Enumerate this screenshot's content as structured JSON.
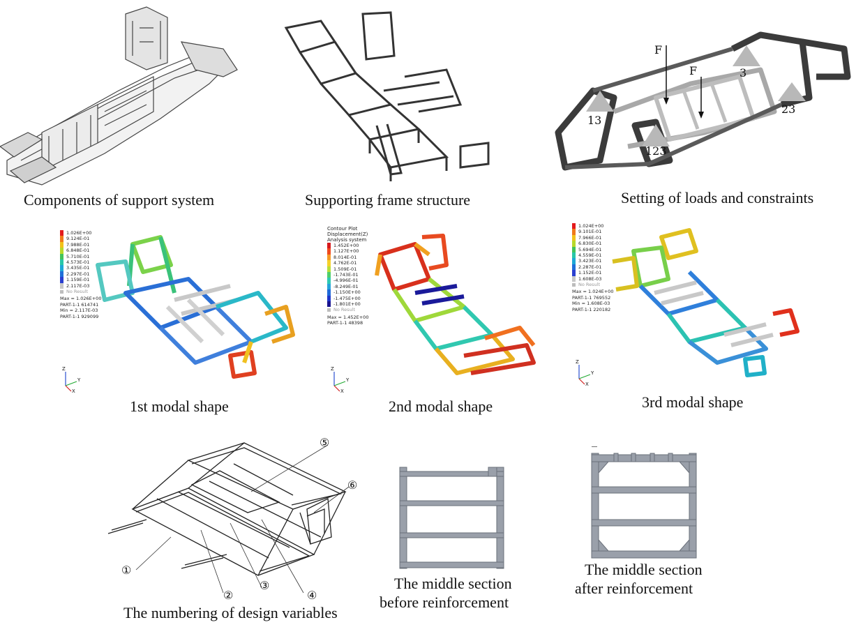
{
  "panels": {
    "p1": {
      "caption": "Components of support system"
    },
    "p2": {
      "caption": "Supporting frame structure"
    },
    "p3": {
      "caption": "Setting of loads and constraints",
      "labels": [
        "F",
        "F",
        "13",
        "123",
        "3",
        "23"
      ]
    },
    "p4": {
      "caption": "1st modal shape",
      "legend": [
        "1.026E+00",
        "9.124E-01",
        "7.988E-01",
        "6.848E-01",
        "5.710E-01",
        "4.573E-01",
        "3.435E-01",
        "2.297E-01",
        "1.159E-01",
        "2.117E-03"
      ],
      "no_result": "No Result",
      "info": [
        "Max = 1.026E+00",
        "PART-1-1 614741",
        "Min = 2.117E-03",
        "PART-1-1 929099"
      ]
    },
    "p5": {
      "caption": "2nd modal shape",
      "header": [
        "Contour Plot",
        "Displacement(Z)",
        "Analysis system"
      ],
      "legend": [
        "1.452E+00",
        "1.127E+00",
        "8.014E-01",
        "4.762E-01",
        "1.509E-01",
        "-1.743E-01",
        "-4.996E-01",
        "-8.249E-01",
        "-1.150E+00",
        "-1.475E+00",
        "-1.801E+00"
      ],
      "no_result": "No Result",
      "info": [
        "Max = 1.452E+00",
        "PART-1-1 48398"
      ]
    },
    "p6": {
      "caption": "3rd modal shape",
      "legend": [
        "1.024E+00",
        "9.101E-01",
        "7.966E-01",
        "6.830E-01",
        "5.694E-01",
        "4.559E-01",
        "3.423E-01",
        "2.287E-01",
        "1.152E-01",
        "1.608E-03"
      ],
      "no_result": "No Result",
      "info": [
        "Max = 1.024E+00",
        "PART-1-1 769552",
        "Min = 1.608E-03",
        "PART-1-1 220182"
      ]
    },
    "p7": {
      "caption": "The numbering of design variables",
      "numbers": [
        "①",
        "②",
        "③",
        "④",
        "⑤",
        "⑥"
      ]
    },
    "p8": {
      "caption_line1": "The middle section",
      "caption_line2": "before reinforcement"
    },
    "p9": {
      "caption_line1": "The middle section",
      "caption_line2": "after reinforcement",
      "mark": "_"
    }
  },
  "axis_labels": {
    "z": "Z",
    "y": "Y",
    "x": "X"
  },
  "colors": {
    "legend_rainbow_10": [
      "#e31a1c",
      "#f07a1a",
      "#f2c21a",
      "#b8d92a",
      "#43c35a",
      "#28c7a8",
      "#1ea8d6",
      "#1f6fd8",
      "#2a3fd0",
      "#c8c8c8"
    ],
    "legend_rainbow_11": [
      "#d7191c",
      "#ef4a1e",
      "#f59a24",
      "#f6d12a",
      "#b7de3a",
      "#4fcf6b",
      "#2fc9b3",
      "#26a3da",
      "#1f6ad9",
      "#1f36c9",
      "#19148f"
    ]
  }
}
